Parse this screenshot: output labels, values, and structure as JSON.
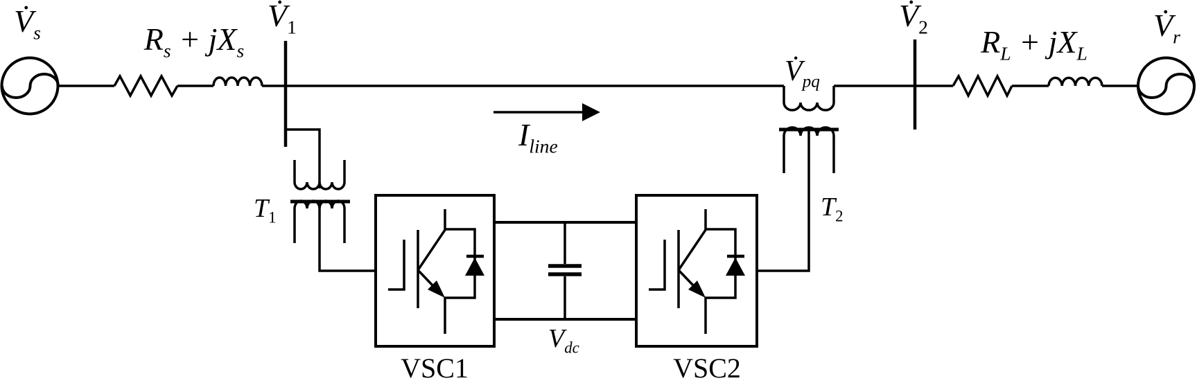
{
  "labels": {
    "source_left": {
      "base": "V̇",
      "sub": "s"
    },
    "impedance_left": {
      "base1": "R",
      "sub1": "s",
      "base2": " + jX",
      "sub2": "s"
    },
    "bus1": {
      "base": "V̇",
      "sub": "1"
    },
    "line_current": {
      "base": "I",
      "sub": "line"
    },
    "series_voltage": {
      "base": "V̇",
      "sub": "pq"
    },
    "bus2": {
      "base": "V̇",
      "sub": "2"
    },
    "impedance_right": {
      "base1": "R",
      "sub1": "L",
      "base2": " + jX",
      "sub2": "L"
    },
    "source_right": {
      "base": "V̇",
      "sub": "r"
    },
    "transformer_shunt": {
      "base": "T",
      "sub": "1"
    },
    "transformer_series": {
      "base": "T",
      "sub": "2"
    },
    "dc_voltage": {
      "base": "V",
      "sub": "dc"
    },
    "converter_left": "VSC1",
    "converter_right": "VSC2"
  },
  "colors": {
    "stroke": "#000000",
    "background": "#ffffff"
  }
}
